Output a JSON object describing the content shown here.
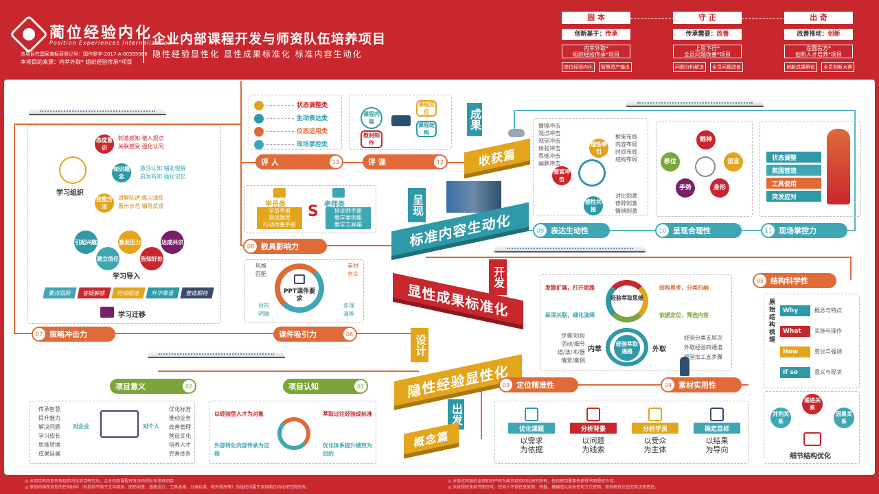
{
  "header": {
    "brand_cn": "蔺位经验内化",
    "brand_en": "Position Experiences Internalization",
    "reg_note": "本项目在国家商标获登记号：国作登字-2017-A-00355086",
    "source_note": "本项目的来源：内萃外取* 组织经验传承*项目",
    "project_title": "企业内部课程开发与师资队伍培养项目",
    "project_sub": "隐性经验显性化  显性成果标准化  标准内容生动化",
    "columns": [
      {
        "head": "固 本",
        "strip_pre": "创新基于：",
        "strip_key": "传承",
        "desc1": "内萃外取*",
        "desc2": "组织经验传承*项目",
        "b1": "岗位经验内化",
        "b2": "智慧资产输出"
      },
      {
        "head": "守 正",
        "strip_pre": "传承需要：",
        "strip_key": "改善",
        "desc1": "上思下行*",
        "desc2": "全员问题改善*项目",
        "b1": "问题分析解决",
        "b2": "全员问题改善"
      },
      {
        "head": "出 奇",
        "strip_pre": "改善推动：",
        "strip_key": "创新",
        "desc1": "左圆右方*",
        "desc2": "创新人才培养*项目",
        "b1": "创新成果孵化",
        "b2": "全员创新大赛"
      }
    ]
  },
  "top_left": {
    "legend": [
      "状态调整类",
      "生动表达类",
      "仪态运用类",
      "现场掌控类"
    ],
    "legend_colors": [
      "#e3a51c",
      "#2f99a8",
      "#e06a38",
      "#3fa7b4"
    ],
    "course_labels": [
      "课程内容",
      "教材制作",
      "课程定位",
      "课程结构"
    ],
    "evaluate_people": "评  人",
    "evaluate_people_num": "13",
    "evaluate_course": "评  课",
    "evaluate_course_num": "12"
  },
  "learning": {
    "org_title": "学习组织",
    "attitude": "态度意识",
    "attitude_t1": "刺激感知  植入观点",
    "attitude_t2": "关联感受  强化认同",
    "knowledge": "知识概念",
    "knowledge_t1": "激活认知  辅助理解",
    "knowledge_t2": "启发新知  强化记忆",
    "skill": "技能方法",
    "skill_t1": "讲解陈述  练习演练",
    "skill_t2": "展示示范  辅导反馈",
    "intro_title": "学习导入",
    "intro_items": [
      "引起兴趣",
      "激发压力",
      "达成共识",
      "建立信任",
      "告知好处"
    ],
    "transfer_title": "学习迁移",
    "transfer_items": [
      "要点回顾",
      "答疑解惑",
      "行动促进",
      "升华寄语",
      "营造期待"
    ]
  },
  "pills": {
    "strategy": "策略冲击力",
    "strategy_num": "07",
    "courseware": "课件吸引力",
    "courseware_num": "06",
    "teaching": "教具影响力",
    "teaching_num": "08",
    "express": "表达生动性",
    "express_num": "09",
    "present": "呈现合理性",
    "present_num": "10",
    "control": "现场掌控力",
    "control_num": "11",
    "structure": "结构科学性",
    "structure_num": "05",
    "position": "定位精准性",
    "position_num": "03",
    "material": "素材实用性",
    "material_num": "04",
    "meaning": "项目意义",
    "meaning_num": "02",
    "cognition": "项目认知",
    "cognition_num": "01"
  },
  "manuals": {
    "student": "学员类",
    "student_items": [
      "学员手册",
      "测试题库",
      "行动改善手册"
    ],
    "teacher": "老师类",
    "teacher_items": [
      "培训师手册",
      "教学案例集",
      "教学工具箱"
    ]
  },
  "ppt": {
    "center": "PPT课件要求",
    "items": [
      "风格匹配",
      "素材务实",
      "目的明确",
      "条理清晰"
    ]
  },
  "bands": {
    "harvest": "收获篇",
    "achievement": "成果",
    "vivid": "标准内容生动化",
    "show": "呈现",
    "standard": "显性成果标准化",
    "develop": "开发",
    "explicit": "隐性经验显性化",
    "design": "设计",
    "concept": "概念篇",
    "start": "出发"
  },
  "senses": {
    "list": [
      "情境冲击",
      "观点冲击",
      "视觉冲击",
      "体验冲击",
      "思维冲击",
      "幽默冲击"
    ],
    "right_top": [
      "框架布局",
      "内容布局",
      "时间布局",
      "结构布局"
    ],
    "right_bottom": [
      "对比刺激",
      "修辞刺激",
      "情绪刺激"
    ],
    "c_rational": "理性牵引",
    "c_sensory": "感官冲击",
    "c_emotional": "感性共振"
  },
  "body": {
    "center": [
      "眼神",
      "移位",
      "语言",
      "手势",
      "身形"
    ]
  },
  "state_list": [
    "状态调整",
    "氛围营造",
    "工具使用",
    "突发应对"
  ],
  "extract": {
    "tl": "发散扩展，打开思路",
    "tr": "结构思考，分类归纳",
    "bl": "纵深关联，细化演绎",
    "br": "依据定位，筛选内容",
    "center1": "经验萃取思维",
    "center2": "经验萃取通路",
    "inner": "内萃",
    "outer": "外取",
    "inner_items": [
      "步骤/阶段",
      "活动/细节",
      "道/法/术/器",
      "情景/案例"
    ],
    "outer_items": [
      "经验分类五层次",
      "外取经验四通道",
      "经验加工五步骤"
    ]
  },
  "structure": {
    "vertical": "原始结构梳理",
    "items": [
      {
        "k": "Why",
        "v": "概念与特点"
      },
      {
        "k": "What",
        "v": "实施与操作"
      },
      {
        "k": "How",
        "v": "变化与强调"
      },
      {
        "k": "If so",
        "v": "意义与现状"
      }
    ],
    "detail_title": "细节结构优化",
    "detail_items": [
      "递进关系",
      "并列关系",
      "因果关系"
    ]
  },
  "goals": [
    {
      "head": "优化课题",
      "l1": "以需求",
      "l2": "为依据"
    },
    {
      "head": "分析背景",
      "l1": "以问题",
      "l2": "为线索"
    },
    {
      "head": "分析学员",
      "l1": "以受众",
      "l2": "为主体"
    },
    {
      "head": "确定目标",
      "l1": "以结果",
      "l2": "为导向"
    }
  ],
  "meaning": {
    "left": [
      "传承智慧",
      "提升魅力",
      "解决问题",
      "学习成长",
      "思维转换",
      "成果延展"
    ],
    "right": [
      "优化标准",
      "推动业务",
      "改善管理",
      "营造文化",
      "培养人才",
      "完善体系"
    ],
    "to_company": "对企业",
    "to_person": "对个人"
  },
  "cognition": {
    "items": [
      "以经验型人才为对象",
      "萃取过往经验成标准",
      "外部转化内部传承为过程",
      "优化体系提升绩效为目的"
    ]
  },
  "footer": {
    "l1": "◎ 本项目的内萃外取经验内化项目研究与，企业内部课程开发与师资队伍培养项目",
    "l2": "◎ 原创内容所涉及的任何材料（包括但不限于文字描述、图形创意、版面设计、工具表格、分类标准、软件程序等）的版权均属于深圳蔺位内化研究院所有。",
    "r1": "◎ 本版式内容的全部知识产权为蔺位经验内化研究所有，任何使用需事先获得书面授权许可。",
    "r2": "◎ 未经授权未经书面许可，任何人不得任意复制、转载、摘编或以其他任何方式使用，否则将依法追究其法律责任。"
  }
}
